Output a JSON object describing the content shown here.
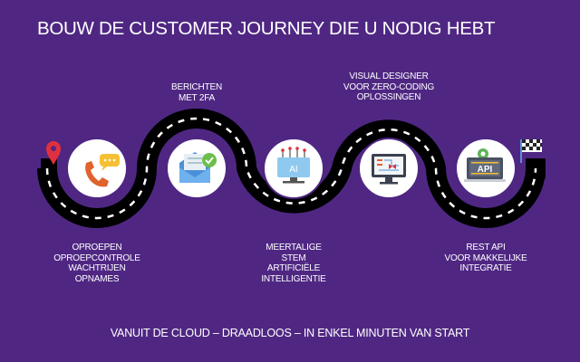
{
  "title": "BOUW DE CUSTOMER JOURNEY DIE U NODIG HEBT",
  "steps": [
    {
      "icon": "phone-chat-icon",
      "lines": [
        "OPROEPEN",
        "OPROEPCONTROLE",
        "WACHTRIJEN",
        "OPNAMES"
      ]
    },
    {
      "icon": "envelope-check-icon",
      "lines": [
        "BERICHTEN",
        "MET 2FA"
      ]
    },
    {
      "icon": "ai-chip-icon",
      "icon_text": "AI",
      "lines": [
        "MEERTALIGE",
        "STEM",
        "ARTIFICIËLE",
        "INTELLIGENTIE"
      ]
    },
    {
      "icon": "monitor-flow-icon",
      "lines": [
        "VISUAL DESIGNER",
        "VOOR ZERO-CODING",
        "OPLOSSINGEN"
      ]
    },
    {
      "icon": "api-gear-icon",
      "icon_text": "API",
      "lines": [
        "REST API",
        "VOOR MAKKELIJKE",
        "INTEGRATIE"
      ]
    }
  ],
  "footer": "VANUIT DE CLOUD – DRAADLOOS – IN ENKEL MINUTEN VAN START",
  "colors": {
    "background": "#4f2783",
    "road": "#000000",
    "pin": "#e0303f"
  }
}
